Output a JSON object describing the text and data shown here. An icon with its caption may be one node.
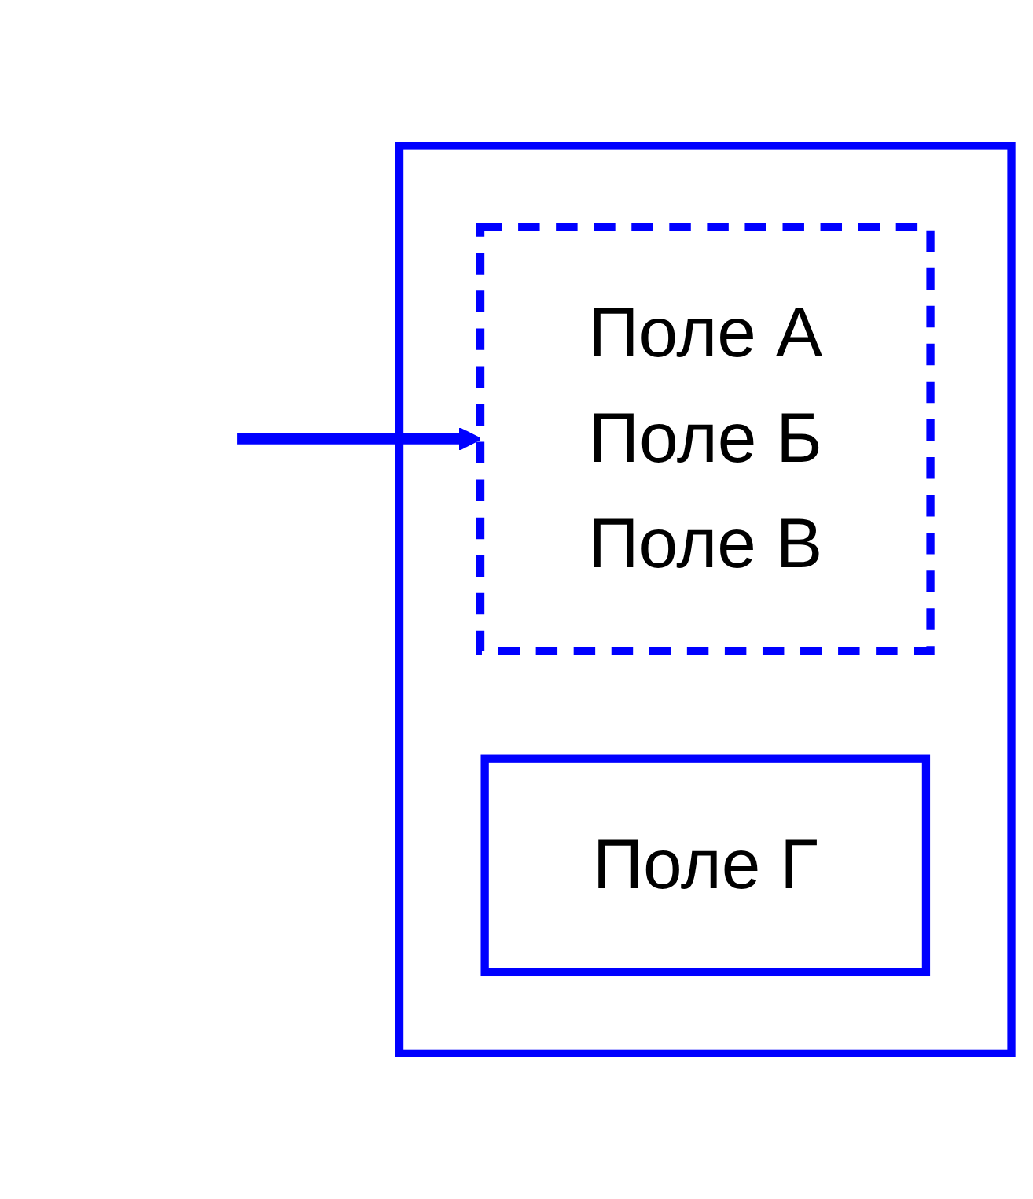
{
  "diagram": {
    "nodes": [
      {
        "text": [],
        "shape": "box"
      },
      {
        "text": [
          "Поле А",
          "Поле Б",
          "Поле В"
        ],
        "in": 0
      },
      {
        "text": [
          "Поле Г"
        ],
        "in": 0
      }
    ],
    "edges": [
      {
        "from": null,
        "to": 1,
        "arrow": "to"
      }
    ]
  }
}
